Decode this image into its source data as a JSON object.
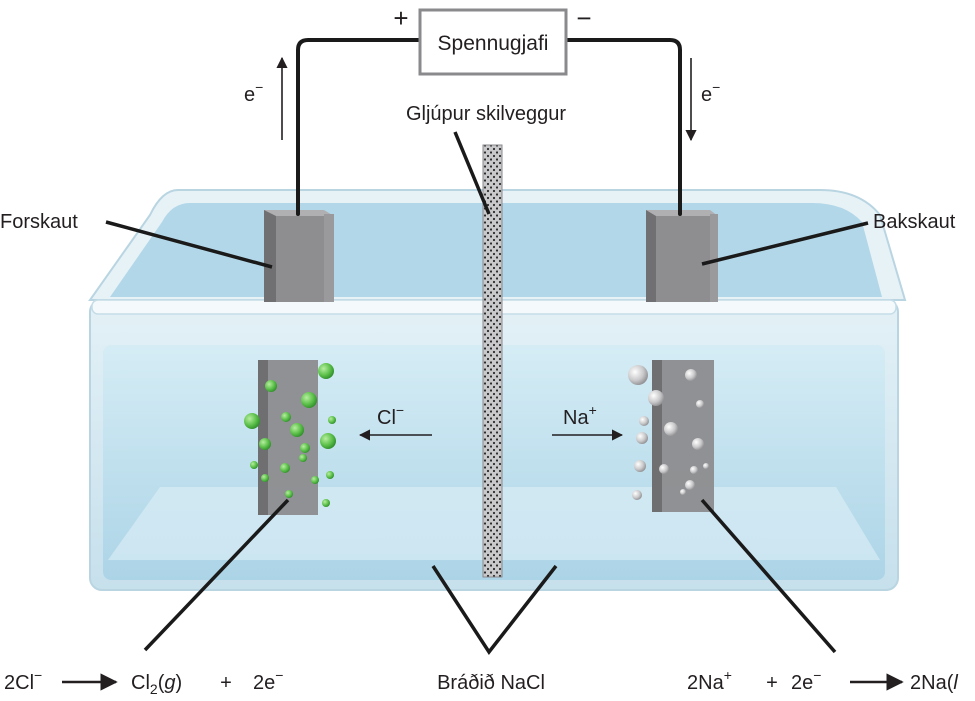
{
  "labels": {
    "power_source": "Spennugjafi",
    "plus": "+",
    "minus": "−",
    "electron_left": "e",
    "electron_right": "e",
    "electron_sup": "−",
    "diaphragm": "Gljúpur skilveggur",
    "anode": "Forskaut",
    "cathode": "Bakskaut",
    "chloride_ion": "Cl",
    "chloride_sup": "−",
    "sodium_ion": "Na",
    "sodium_sup": "+",
    "electrolyte": "Bráðið NaCl"
  },
  "equations": {
    "anode": {
      "reactant": "2Cl",
      "reactant_sup": "−",
      "product": "Cl",
      "product_sub": "2",
      "product_state_open": "(",
      "product_state": "g",
      "product_state_close": ")",
      "plus": "+",
      "electrons": "2e",
      "electrons_sup": "−"
    },
    "cathode": {
      "reactant": "2Na",
      "reactant_sup": "+",
      "plus": "+",
      "electrons": "2e",
      "electrons_sup": "−",
      "product": "2Na(",
      "product_state": "l"
    }
  },
  "colors": {
    "electrolyte": "#cfe6f0",
    "electrode": "#8e8e90",
    "chlorine_bubble": "#5cc04a",
    "sodium_drop": "#c8c8ca",
    "wire": "#1a1a1a"
  }
}
